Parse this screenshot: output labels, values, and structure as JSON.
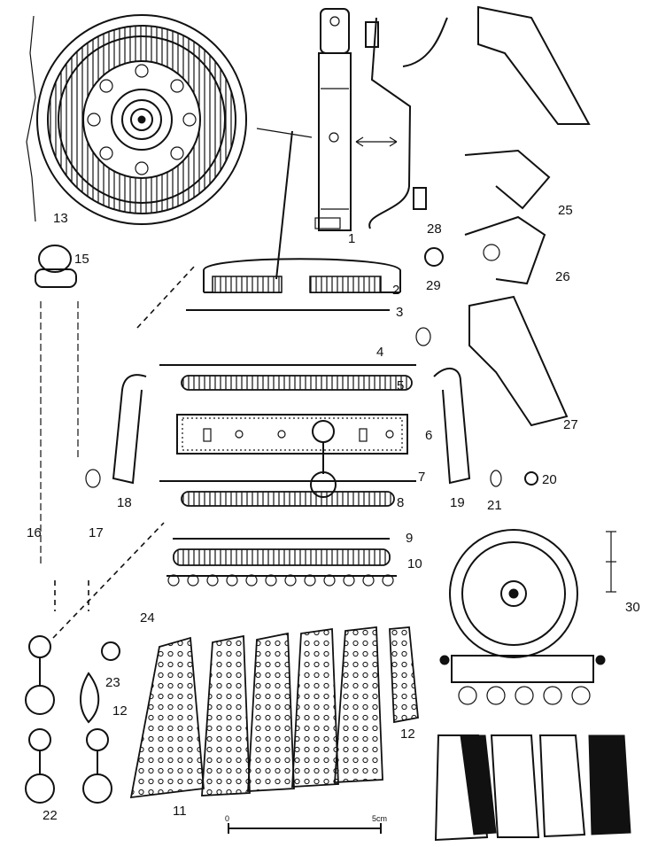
{
  "labels": {
    "l1": "1",
    "l2": "2",
    "l3": "3",
    "l4": "4",
    "l5": "5",
    "l6": "6",
    "l7": "7",
    "l8": "8",
    "l9": "9",
    "l10": "10",
    "l11": "11",
    "l12a": "12",
    "l12b": "12",
    "l13": "13",
    "l15": "15",
    "l16": "16",
    "l17": "17",
    "l18": "18",
    "l19": "19",
    "l20": "20",
    "l21": "21",
    "l22": "22",
    "l23": "23",
    "l24": "24",
    "l25": "25",
    "l26": "26",
    "l27": "27",
    "l28": "28",
    "l29": "29",
    "l30": "30"
  },
  "scale_bar": {
    "start": "0",
    "end": "5cm"
  },
  "icons": {
    "brooch": "disc-brooch-icon",
    "chain": "chain-icon",
    "plaque": "plaque-pendant-icon"
  }
}
